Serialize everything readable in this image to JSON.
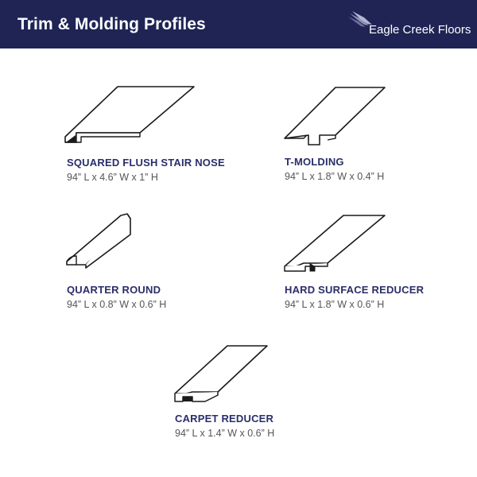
{
  "header": {
    "title": "Trim & Molding Profiles",
    "brand_name": "Eagle Creek Floors",
    "brand_icon": "eagle-logo-icon",
    "background_color": "#1f2455"
  },
  "profiles": [
    {
      "name": "SQUARED FLUSH STAIR NOSE",
      "dims": "94” L x 4.6” W x 1” H",
      "icon": "squared-flush-stair-nose-profile-icon"
    },
    {
      "name": "T-MOLDING",
      "dims": "94” L x 1.8” W x 0.4” H",
      "icon": "t-molding-profile-icon"
    },
    {
      "name": "QUARTER ROUND",
      "dims": "94” L x 0.8” W x 0.6” H",
      "icon": "quarter-round-profile-icon"
    },
    {
      "name": "HARD SURFACE REDUCER",
      "dims": "94” L x 1.8” W x 0.6” H",
      "icon": "hard-surface-reducer-profile-icon"
    },
    {
      "name": "CARPET REDUCER",
      "dims": "94” L x 1.4” W x 0.6” H",
      "icon": "carpet-reducer-profile-icon"
    }
  ],
  "colors": {
    "label": "#2a2e6a",
    "dims": "#555555"
  }
}
